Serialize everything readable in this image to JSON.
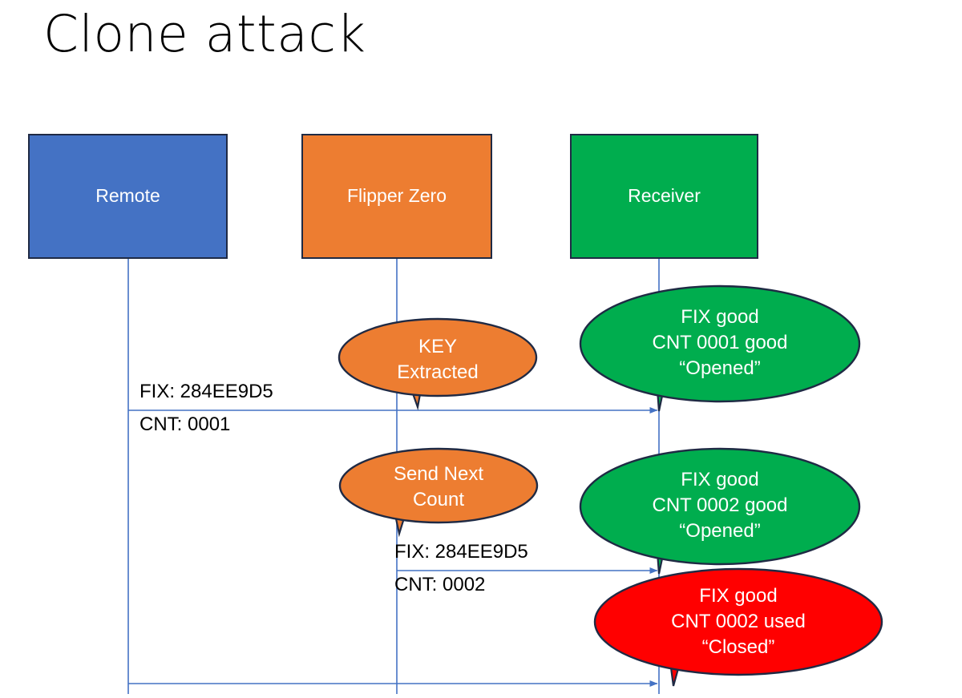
{
  "slide": {
    "title": "Clone attack",
    "background": "#FFFFFF"
  },
  "colors": {
    "remote_blue": "#4472C4",
    "flipper_orange": "#ED7D31",
    "receiver_green": "#00AD4E",
    "alert_red": "#FF0000",
    "outline_navy": "#1F2A44",
    "lifeline_blue": "#4472C4",
    "text_white": "#FFFFFF",
    "text_black": "#000000"
  },
  "actors": [
    {
      "id": "remote",
      "label": "Remote",
      "color": "#4472C4"
    },
    {
      "id": "flipper",
      "label": "Flipper Zero",
      "color": "#ED7D31"
    },
    {
      "id": "receiver",
      "label": "Receiver",
      "color": "#00AD4E"
    }
  ],
  "messages": [
    {
      "id": "msg1",
      "line1": "FIX: 284EE9D5",
      "line2": "CNT: 0001",
      "from": "remote",
      "to": "receiver"
    },
    {
      "id": "msg2",
      "line1": "FIX: 284EE9D5",
      "line2": "CNT: 0002",
      "from": "flipper",
      "to": "receiver"
    }
  ],
  "callouts": [
    {
      "id": "key-extracted",
      "color": "#ED7D31",
      "lines": [
        "KEY",
        "Extracted"
      ]
    },
    {
      "id": "receiver-ok-0001",
      "color": "#00AD4E",
      "lines": [
        "FIX good",
        "CNT 0001 good",
        "“Opened”"
      ]
    },
    {
      "id": "send-next-count",
      "color": "#ED7D31",
      "lines": [
        "Send Next",
        "Count"
      ]
    },
    {
      "id": "receiver-ok-0002",
      "color": "#00AD4E",
      "lines": [
        "FIX good",
        "CNT 0002 good",
        "“Opened”"
      ]
    },
    {
      "id": "receiver-reject-0002",
      "color": "#FF0000",
      "lines": [
        "FIX good",
        "CNT 0002 used",
        "“Closed”"
      ]
    }
  ]
}
